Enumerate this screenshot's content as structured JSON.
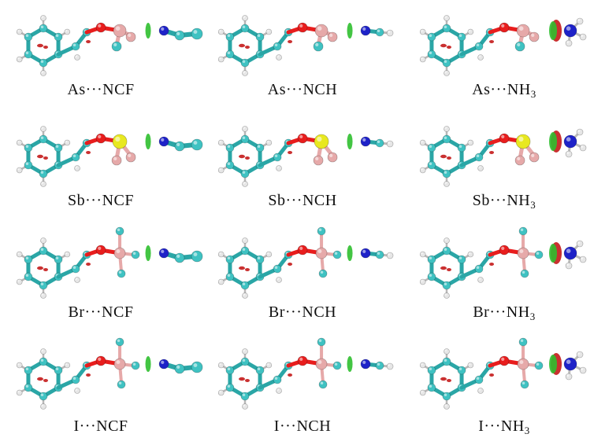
{
  "panels": [
    {
      "id": "as-ncf",
      "sym": "As",
      "sep": "···",
      "mol": "NCF",
      "sub": "",
      "center": "arsenic",
      "partner": "ncf"
    },
    {
      "id": "as-nch",
      "sym": "As",
      "sep": "···",
      "mol": "NCH",
      "sub": "",
      "center": "arsenic",
      "partner": "nch"
    },
    {
      "id": "as-nh3",
      "sym": "As",
      "sep": "···",
      "mol": "NH",
      "sub": "3",
      "center": "arsenic",
      "partner": "nh3"
    },
    {
      "id": "sb-ncf",
      "sym": "Sb",
      "sep": "···",
      "mol": "NCF",
      "sub": "",
      "center": "antimony",
      "partner": "ncf"
    },
    {
      "id": "sb-nch",
      "sym": "Sb",
      "sep": "···",
      "mol": "NCH",
      "sub": "",
      "center": "antimony",
      "partner": "nch"
    },
    {
      "id": "sb-nh3",
      "sym": "Sb",
      "sep": "···",
      "mol": "NH",
      "sub": "3",
      "center": "antimony",
      "partner": "nh3"
    },
    {
      "id": "br-ncf",
      "sym": "Br",
      "sep": "···",
      "mol": "NCF",
      "sub": "",
      "center": "bromine",
      "partner": "ncf"
    },
    {
      "id": "br-nch",
      "sym": "Br",
      "sep": "···",
      "mol": "NCH",
      "sub": "",
      "center": "bromine",
      "partner": "nch"
    },
    {
      "id": "br-nh3",
      "sym": "Br",
      "sep": "···",
      "mol": "NH",
      "sub": "3",
      "center": "bromine",
      "partner": "nh3"
    },
    {
      "id": "i-ncf",
      "sym": "I",
      "sep": "···",
      "mol": "NCF",
      "sub": "",
      "center": "iodine",
      "partner": "ncf"
    },
    {
      "id": "i-nch",
      "sym": "I",
      "sep": "···",
      "mol": "NCH",
      "sub": "",
      "center": "iodine",
      "partner": "nch"
    },
    {
      "id": "i-nh3",
      "sym": "I",
      "sep": "···",
      "mol": "NH",
      "sub": "3",
      "center": "iodine",
      "partner": "nh3"
    }
  ],
  "colors": {
    "carbon": "#3fc2c2",
    "hydrogen": "#e6e6e6",
    "oxygen": "#e81d1d",
    "nitrogen": "#1e22c8",
    "pink": "#e6a9a9",
    "sulfur": "#e8e820",
    "bond": "#2aa6a6",
    "nci_green": "#2fbf2f",
    "nci_red": "#c41a1a"
  }
}
